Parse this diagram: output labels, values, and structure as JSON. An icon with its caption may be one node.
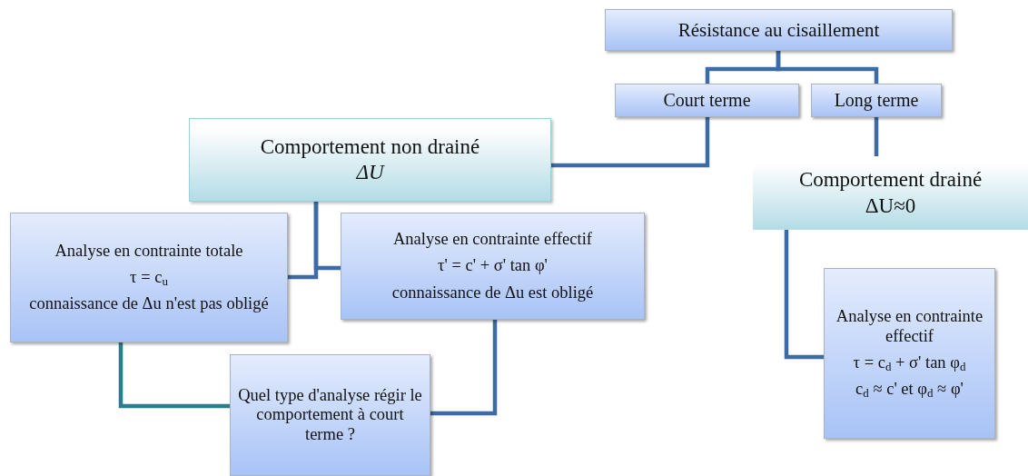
{
  "diagram": {
    "nodes": [
      {
        "text": [
          "Résistance au cisaillement"
        ]
      },
      {
        "text": [
          "Court terme"
        ]
      },
      {
        "text": [
          "Long terme"
        ]
      },
      {
        "text": [
          "Comportement non drainé",
          "ΔU"
        ]
      },
      {
        "text": [
          "Comportement drainé",
          "ΔU≈0"
        ]
      },
      {
        "text": [
          "Analyse en contrainte totale",
          "τ = c$_{u}$",
          "connaissance de Δu n'est pas obligé"
        ]
      },
      {
        "text": [
          "Analyse en contrainte effectif",
          "τ' = c' + σ' tan φ'",
          "connaissance de Δu est obligé"
        ]
      },
      {
        "text": [
          "Quel type d'analyse régir le comportement à court terme ?"
        ]
      },
      {
        "text": [
          "Analyse en contrainte effectif",
          "τ = c$_{d}$ + σ' tan φ$_{d}$",
          "c$_{d}$ ≈ c' et φ$_{d}$ ≈ φ'"
        ]
      }
    ],
    "edges": [
      {
        "from": 0,
        "to": 1,
        "arrow": "none"
      },
      {
        "from": 0,
        "to": 2,
        "arrow": "none"
      },
      {
        "from": 1,
        "to": 3,
        "arrow": "none"
      },
      {
        "from": 2,
        "to": 4,
        "arrow": "none"
      },
      {
        "from": 3,
        "to": 5,
        "arrow": "none"
      },
      {
        "from": 3,
        "to": 6,
        "arrow": "none"
      },
      {
        "from": 5,
        "to": 7,
        "arrow": "none",
        "color": "#2b7d8c"
      },
      {
        "from": 6,
        "to": 7,
        "arrow": "none"
      },
      {
        "from": 4,
        "to": 8,
        "arrow": "none"
      }
    ]
  }
}
